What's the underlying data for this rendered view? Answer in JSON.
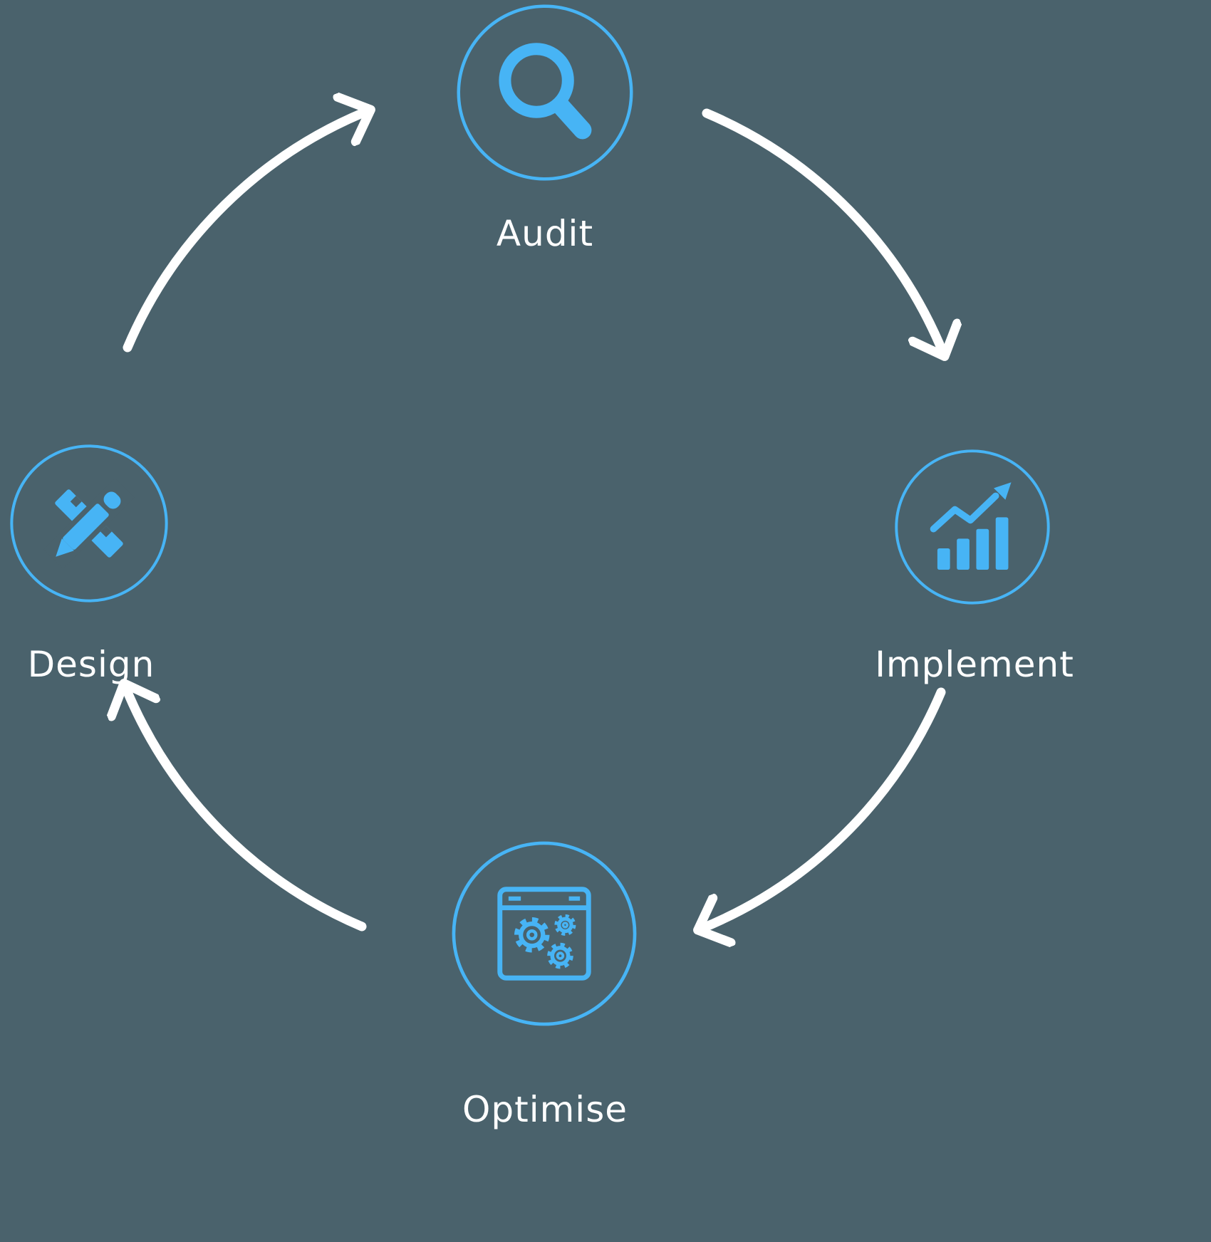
{
  "diagram": {
    "type": "cycle",
    "cycle_direction": "clockwise",
    "colors": {
      "bg": "#4a626c",
      "accent": "#47b4f5",
      "arrow": "#ffffff",
      "text": "#ffffff"
    },
    "nodes": [
      {
        "label": "Audit",
        "icon": "magnifier-search-icon"
      },
      {
        "label": "Implement",
        "icon": "growth-bar-chart-icon"
      },
      {
        "label": "Optimise",
        "icon": "browser-gears-icon"
      },
      {
        "label": "Design",
        "icon": "pencil-ruler-icon"
      }
    ]
  }
}
